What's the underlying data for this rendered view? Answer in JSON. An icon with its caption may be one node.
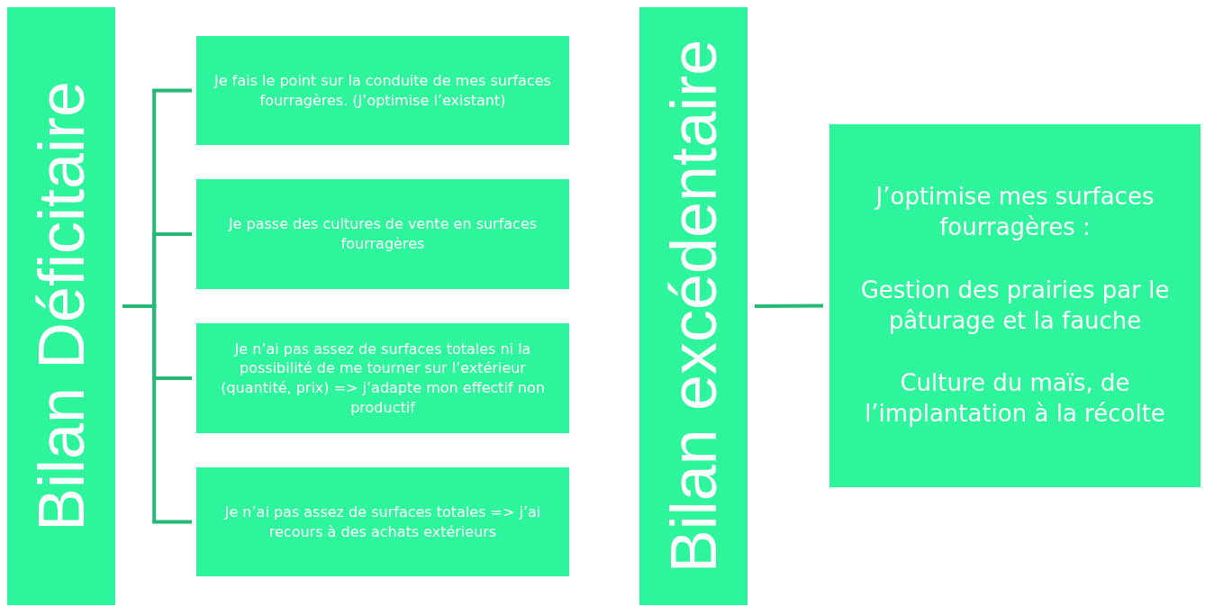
{
  "diagram": {
    "nodes": [
      {
        "text": [
          "Bilan Déficitaire"
        ]
      },
      {
        "text": [
          "Je fais le point sur la conduite de mes surfaces fourragères. (J’optimise l’existant)"
        ]
      },
      {
        "text": [
          "Je passe des cultures de vente en surfaces fourragères"
        ]
      },
      {
        "text": [
          "Je n’ai pas assez de surfaces totales ni la possibilité de me tourner sur l’extérieur (quantité, prix) => j’adapte mon effectif non productif"
        ]
      },
      {
        "text": [
          "Je n’ai pas assez de surfaces totales => j’ai recours à des achats extérieurs"
        ]
      },
      {
        "text": [
          "Bilan excédentaire"
        ]
      },
      {
        "text": [
          "J’optimise mes surfaces fourragères :",
          "Gestion des prairies par le pâturage et la fauche",
          "Culture du maïs, de l’implantation à la récolte"
        ]
      }
    ],
    "edges": [
      {
        "from": 0,
        "to": 1,
        "arrow": "none"
      },
      {
        "from": 0,
        "to": 2,
        "arrow": "none"
      },
      {
        "from": 0,
        "to": 3,
        "arrow": "none"
      },
      {
        "from": 0,
        "to": 4,
        "arrow": "none"
      },
      {
        "from": 5,
        "to": 6,
        "arrow": "none"
      }
    ]
  }
}
